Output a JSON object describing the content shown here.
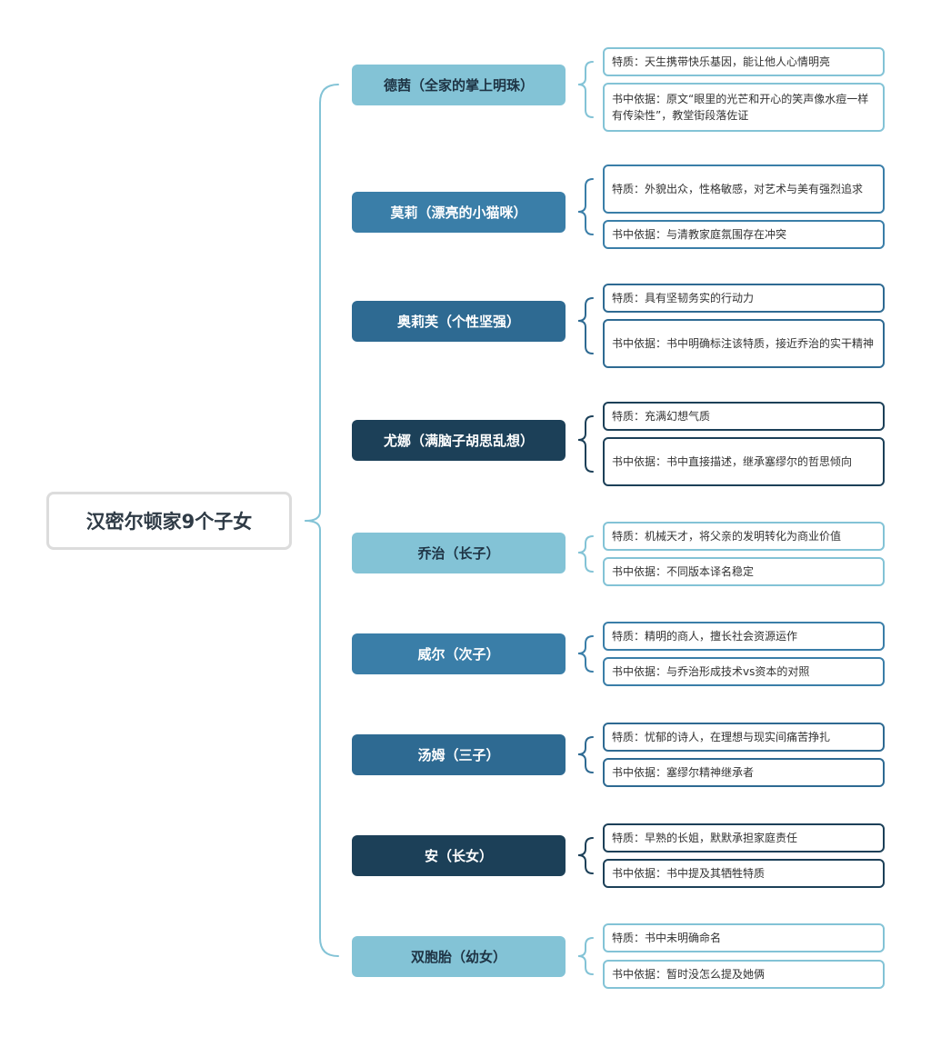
{
  "root": {
    "label": "汉密尔顿家9个子女"
  },
  "colors": {
    "connector": "#83c3d6",
    "root_border": "#dcdcdc"
  },
  "children": [
    {
      "label": "德茜（全家的掌上明珠）",
      "color": "#83c3d6",
      "text_style": "light",
      "trait": "特质：天生携带快乐基因，能让他人心情明亮",
      "evidence": "书中依据：原文“眼里的光芒和开心的笑声像水痘一样有传染性”，教堂街段落佐证"
    },
    {
      "label": "莫莉（漂亮的小猫咪）",
      "color": "#3a7ea8",
      "text_style": "dark",
      "trait": "特质：外貌出众，性格敏感，对艺术与美有强烈追求",
      "evidence": "书中依据：与清教家庭氛围存在冲突"
    },
    {
      "label": "奥莉芙（个性坚强）",
      "color": "#2e6a92",
      "text_style": "dark",
      "trait": "特质：具有坚韧务实的行动力",
      "evidence": "书中依据：书中明确标注该特质，接近乔治的实干精神"
    },
    {
      "label": "尤娜（满脑子胡思乱想）",
      "color": "#1c4058",
      "text_style": "dark",
      "trait": "特质：充满幻想气质",
      "evidence": "书中依据：书中直接描述，继承塞缪尔的哲思倾向"
    },
    {
      "label": "乔治（长子）",
      "color": "#83c3d6",
      "text_style": "light",
      "trait": "特质：机械天才，将父亲的发明转化为商业价值",
      "evidence": "书中依据：不同版本译名稳定"
    },
    {
      "label": "威尔（次子）",
      "color": "#3a7ea8",
      "text_style": "dark",
      "trait": "特质：精明的商人，擅长社会资源运作",
      "evidence": "书中依据：与乔治形成技术vs资本的对照"
    },
    {
      "label": "汤姆（三子）",
      "color": "#2e6a92",
      "text_style": "dark",
      "trait": "特质：忧郁的诗人，在理想与现实间痛苦挣扎",
      "evidence": "书中依据：塞缪尔精神继承者"
    },
    {
      "label": "安（长女）",
      "color": "#1c4058",
      "text_style": "dark",
      "trait": "特质：早熟的长姐，默默承担家庭责任",
      "evidence": "书中依据：书中提及其牺牲特质"
    },
    {
      "label": "双胞胎（幼女）",
      "color": "#83c3d6",
      "text_style": "light",
      "trait": "特质：书中未明确命名",
      "evidence": "书中依据：暂时没怎么提及她俩"
    }
  ]
}
